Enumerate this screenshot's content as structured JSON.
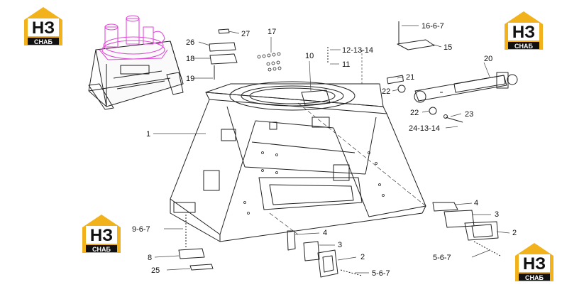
{
  "logo": {
    "letters": "НЗ",
    "subtitle": "СНАБ",
    "color_gold": "#f2b21b",
    "color_dark": "#111111"
  },
  "highlight_color": "#e04ad8",
  "callouts": [
    {
      "id": "1",
      "text": "1"
    },
    {
      "id": "2a",
      "text": "2"
    },
    {
      "id": "2b",
      "text": "2"
    },
    {
      "id": "3a",
      "text": "3"
    },
    {
      "id": "3b",
      "text": "3"
    },
    {
      "id": "4a",
      "text": "4"
    },
    {
      "id": "4b",
      "text": "4"
    },
    {
      "id": "5-6-7a",
      "text": "5-6-7"
    },
    {
      "id": "5-6-7b",
      "text": "5-6-7"
    },
    {
      "id": "8",
      "text": "8"
    },
    {
      "id": "9-6-7",
      "text": "9-6-7"
    },
    {
      "id": "10",
      "text": "10"
    },
    {
      "id": "11",
      "text": "11"
    },
    {
      "id": "12-13-14",
      "text": "12-13-14"
    },
    {
      "id": "15",
      "text": "15"
    },
    {
      "id": "16-6-7",
      "text": "16-6-7"
    },
    {
      "id": "17",
      "text": "17"
    },
    {
      "id": "18",
      "text": "18"
    },
    {
      "id": "19",
      "text": "19"
    },
    {
      "id": "20",
      "text": "20"
    },
    {
      "id": "21",
      "text": "21"
    },
    {
      "id": "22a",
      "text": "22"
    },
    {
      "id": "22b",
      "text": "22"
    },
    {
      "id": "23",
      "text": "23"
    },
    {
      "id": "24-13-14",
      "text": "24-13-14"
    },
    {
      "id": "25",
      "text": "25"
    },
    {
      "id": "26",
      "text": "26"
    },
    {
      "id": "27",
      "text": "27"
    }
  ]
}
